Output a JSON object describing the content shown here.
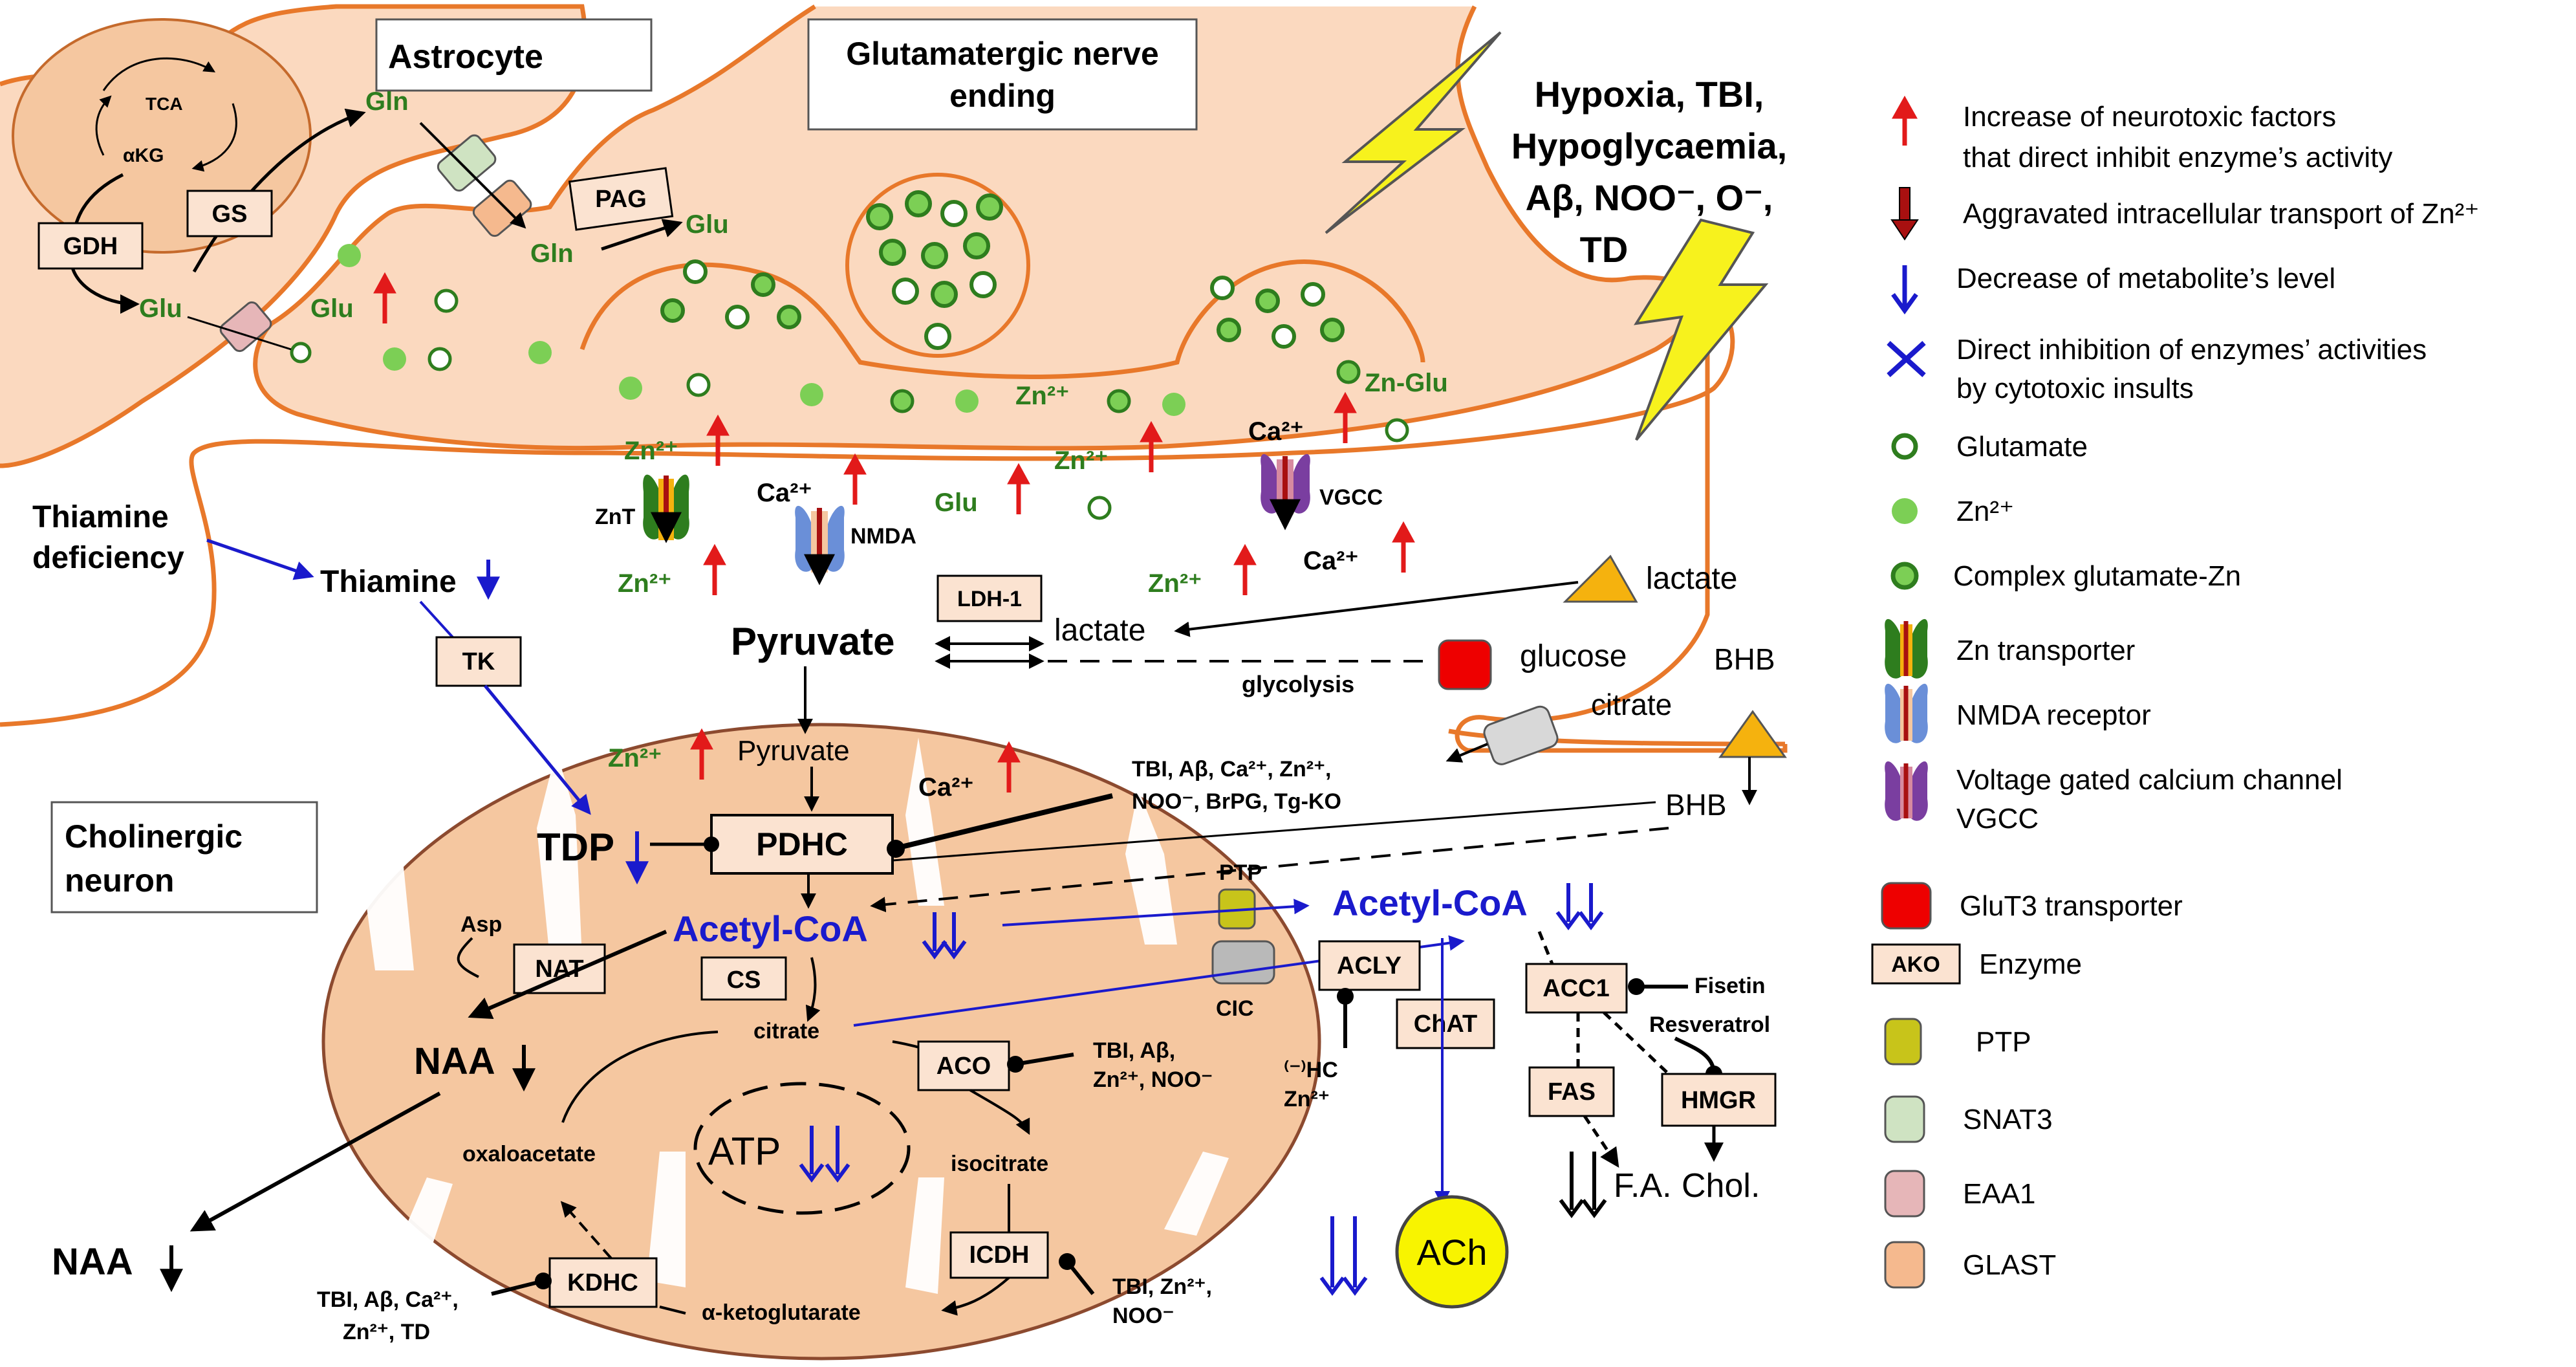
{
  "colors": {
    "orange": "#e8782a",
    "cytoplasm": "#fbd9bf",
    "mito": "#f5c7a0",
    "mitoEdge": "#8c4a2f",
    "enzymeFill": "#fbe3d1",
    "green": "#2e7d1e",
    "lightGreen": "#7ccf55",
    "blue": "#1a1acc",
    "red": "#e21a1a",
    "yellow": "#f7f21d",
    "ylw_ach": "#f8f400",
    "glut3": "#ee0000",
    "tri": "#f5b20e",
    "ptp": "#c8c41a",
    "snat3": "#cfe3c2",
    "eaa1": "#e6b6b8",
    "glast": "#f5b98e",
    "gray": "#b9b9b9"
  },
  "boxes": {
    "astrocyte": "Astrocyte",
    "nerve_line1": "Glutamatergic nerve",
    "nerve_line2": "ending",
    "chol_line1": "Cholinergic",
    "chol_line2": "neuron"
  },
  "insults": [
    "Hypoxia, TBI,",
    "Hypoglycaemia,",
    "Aβ, NOO⁻, O⁻,",
    "TD"
  ],
  "enzymes": {
    "gdh": "GDH",
    "gs": "GS",
    "pag": "PAG",
    "tk": "TK",
    "ldh1": "LDH-1",
    "pdhc": "PDHC",
    "nat": "NAT",
    "cs": "CS",
    "aco": "ACO",
    "icdh": "ICDH",
    "kdhc": "KDHC",
    "acly": "ACLY",
    "chat": "ChAT",
    "acc1": "ACC1",
    "fas": "FAS",
    "hmgr": "HMGR"
  },
  "labels": {
    "tca": "TCA",
    "akg": "αKG",
    "gln1": "Gln",
    "gln2": "Gln",
    "glu_pag": "Glu",
    "glu_astro": "Glu",
    "glu_syn": "Glu",
    "zn_syn": "Zn²⁺",
    "zn_glu": "Zn-Glu",
    "zn_1": "Zn²⁺",
    "zn_2": "Zn²⁺",
    "zn_3": "Zn²⁺",
    "zn_4": "Zn²⁺",
    "zn_mito": "Zn²⁺",
    "ca_1": "Ca²⁺",
    "ca_2": "Ca²⁺",
    "ca_3": "Ca²⁺",
    "ca_mito": "Ca²⁺",
    "glu_post": "Glu",
    "znt": "ZnT",
    "nmda": "NMDA",
    "vgcc": "VGCC",
    "thiamine_def1": "Thiamine",
    "thiamine_def2": "deficiency",
    "thiamine": "Thiamine",
    "pyruvate_big": "Pyruvate",
    "pyruvate": "Pyruvate",
    "lactate_cyto": "lactate",
    "lactate_out": "lactate",
    "glycolysis": "glycolysis",
    "glucose": "glucose",
    "citrate_out": "citrate",
    "bhb1": "BHB",
    "bhb2": "BHB",
    "tdp": "TDP",
    "acetylcoa_mito": "Acetyl-CoA",
    "acetylcoa_cyto": "Acetyl-CoA",
    "ptp": "PTP",
    "cic": "CIC",
    "asp": "Asp",
    "naa_mito": "NAA",
    "naa_out": "NAA",
    "citrate": "citrate",
    "isocitrate": "isocitrate",
    "oxaloacetate": "oxaloacetate",
    "akg_long": "α-ketoglutarate",
    "atp": "ATP",
    "hc1": "⁽⁻⁾HC",
    "hc2": "Zn²⁺",
    "fisetin": "Fisetin",
    "resveratrol": "Resveratrol",
    "fa": "F.A.",
    "chol": "Chol.",
    "ach": "ACh",
    "pdhc_inh1": "TBI, Aβ, Ca²⁺, Zn²⁺,",
    "pdhc_inh2": "NOO⁻, BrPG, Tg-KO",
    "aco_inh1": "TBI, Aβ,",
    "aco_inh2": "Zn²⁺, NOO⁻",
    "icdh_inh1": "TBI,  Zn²⁺,",
    "icdh_inh2": "NOO⁻",
    "kdhc_inh1": "TBI, Aβ, Ca²⁺,",
    "kdhc_inh2": "Zn²⁺, TD"
  },
  "legend": {
    "inc1": "Increase of neurotoxic factors",
    "inc2": "that direct inhibit enzyme’s activity",
    "agg": "Aggravated intracellular transport of Zn²⁺",
    "dec": "Decrease of metabolite’s level",
    "inh1": "Direct inhibition of enzymes’ activities",
    "inh2": "by cytotoxic insults",
    "glutamate": "Glutamate",
    "zn": "Zn²⁺",
    "complex": "Complex glutamate-Zn",
    "znt": "Zn transporter",
    "nmda": "NMDA receptor",
    "vgcc1": "Voltage gated calcium channel",
    "vgcc2": "VGCC",
    "glut3": "GluT3 transporter",
    "ako_box": "AKO",
    "enzyme": "Enzyme",
    "ptp": "PTP",
    "snat3": "SNAT3",
    "eaa1": "EAA1",
    "glast": "GLAST"
  }
}
